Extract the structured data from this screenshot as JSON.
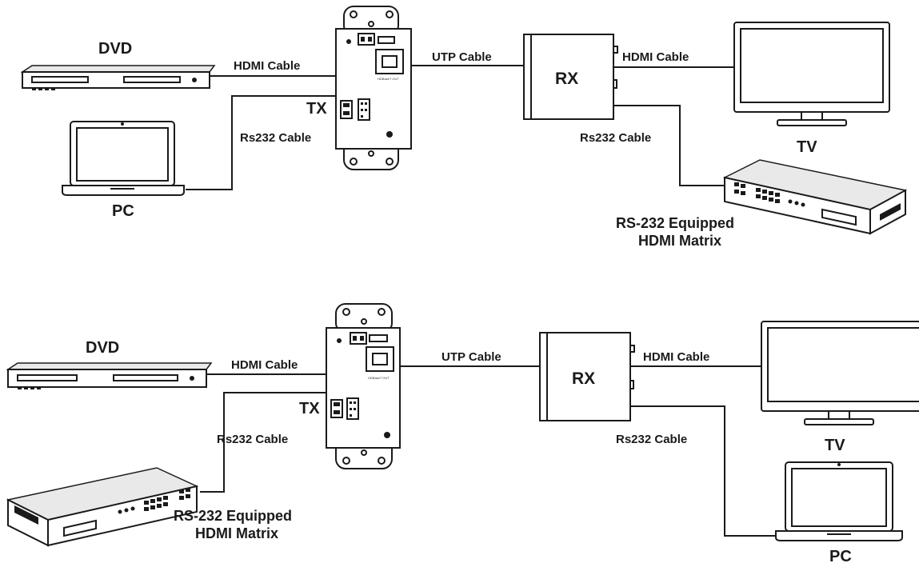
{
  "diagrams": [
    {
      "source1": "DVD",
      "source2": "PC",
      "transmitter": "TX",
      "receiver": "RX",
      "display": "TV",
      "controlled_device_line1": "RS-232 Equipped",
      "controlled_device_line2": "HDMI Matrix",
      "cable_hdmi_in": "HDMI Cable",
      "cable_rs232_tx": "Rs232 Cable",
      "cable_utp": "UTP Cable",
      "cable_hdmi_out": "HDMI Cable",
      "cable_rs232_rx": "Rs232 Cable"
    },
    {
      "source1": "DVD",
      "transmitter": "TX",
      "receiver": "RX",
      "display": "TV",
      "controlled_device2": "PC",
      "matrix_line1": "RS-232 Equipped",
      "matrix_line2": "HDMI Matrix",
      "cable_hdmi_in": "HDMI Cable",
      "cable_rs232_tx": "Rs232 Cable",
      "cable_utp": "UTP Cable",
      "cable_hdmi_out": "HDMI Cable",
      "cable_rs232_rx": "Rs232 Cable"
    }
  ]
}
